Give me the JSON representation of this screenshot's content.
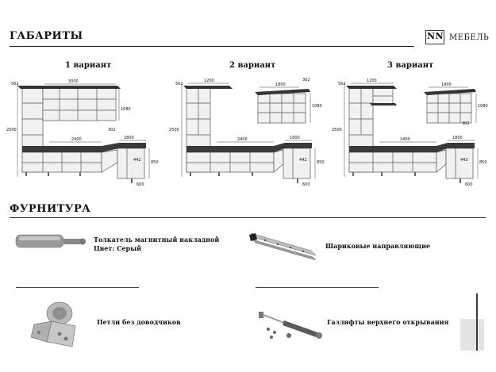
{
  "header": {
    "section1_title": "ГАБАРИТЫ",
    "logo_mark": "NN",
    "logo_text": "МЕБЕЛЬ"
  },
  "variants": [
    {
      "title": "1 вариант",
      "dims": {
        "depth_left": "562",
        "width_top": "3000",
        "height": "2500",
        "upper_h": "1080",
        "upper_depth": "302",
        "counter_w": "2400",
        "right_w": "1800",
        "base_h": "850",
        "right_inner": "442",
        "right_depth": "600"
      }
    },
    {
      "title": "2 вариант",
      "dims": {
        "depth_left": "562",
        "width_top": "1200",
        "height": "2500",
        "upper_w": "1800",
        "upper_depth": "302",
        "upper_h": "1080",
        "counter_w": "2400",
        "right_w": "1800",
        "base_h": "850",
        "right_inner": "442",
        "right_depth": "600"
      }
    },
    {
      "title": "3 вариант",
      "dims": {
        "depth_left": "562",
        "width_top": "1200",
        "height": "2500",
        "upper_w": "1800",
        "upper_depth": "302",
        "upper_h": "1080",
        "counter_w": "2400",
        "right_w": "1800",
        "base_h": "850",
        "right_inner": "442",
        "right_depth": "600"
      }
    }
  ],
  "hardware": {
    "section2_title": "ФУРНИТУРА",
    "items": [
      {
        "line1": "Толкатель магнитный накладной",
        "line2": "Цвет: Серый",
        "icon": "push-latch-icon"
      },
      {
        "line1": "Шариковые направляющие",
        "line2": "",
        "icon": "ball-slide-icon"
      },
      {
        "line1": "Петли без доводчиков",
        "line2": "",
        "icon": "hinge-icon"
      },
      {
        "line1": "Газлифты верхнего открывания",
        "line2": "",
        "icon": "gas-lift-icon"
      }
    ]
  }
}
